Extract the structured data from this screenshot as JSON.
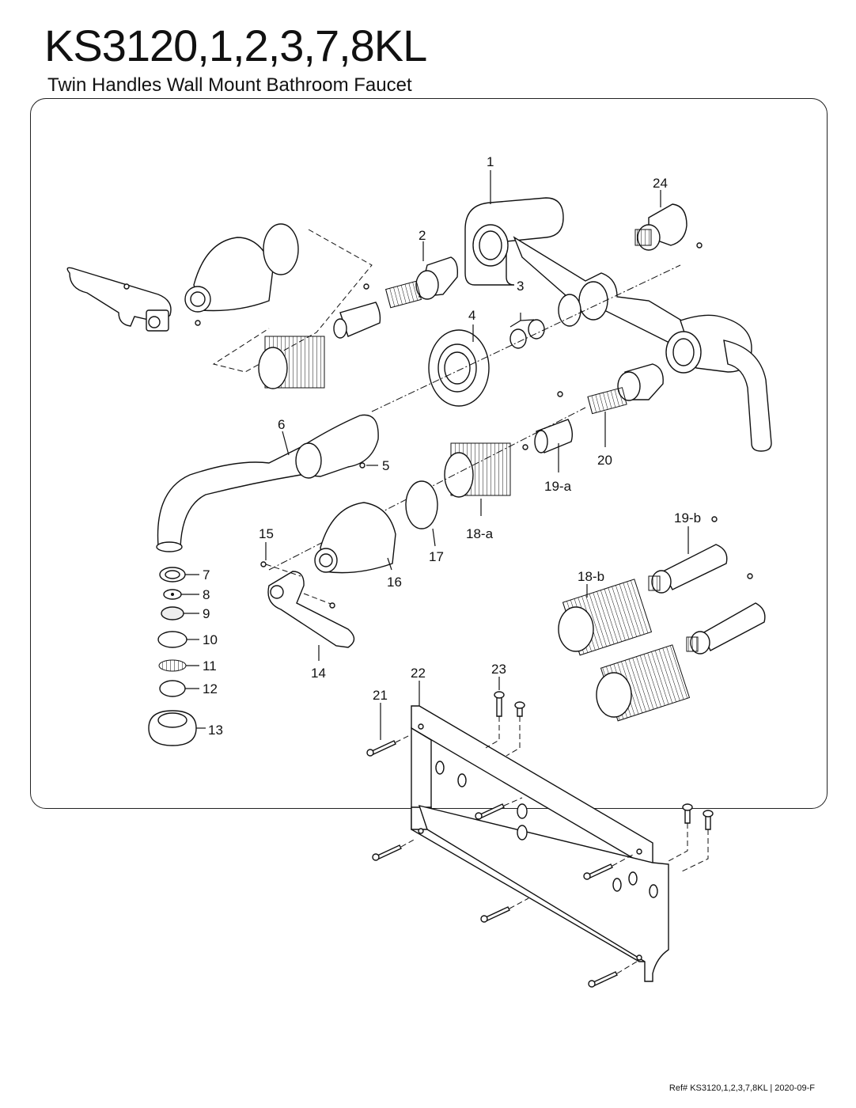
{
  "header": {
    "model": "KS3120,1,2,3,7,8KL",
    "description": "Twin Handles Wall Mount Bathroom Faucet"
  },
  "footer": {
    "reference": "Ref# KS3120,1,2,3,7,8KL | 2020-09-F"
  },
  "callouts": [
    "1",
    "2",
    "3",
    "4",
    "5",
    "6",
    "7",
    "8",
    "9",
    "10",
    "11",
    "12",
    "13",
    "14",
    "15",
    "16",
    "17",
    "18-a",
    "18-b",
    "19-a",
    "19-b",
    "20",
    "21",
    "22",
    "23",
    "24"
  ]
}
